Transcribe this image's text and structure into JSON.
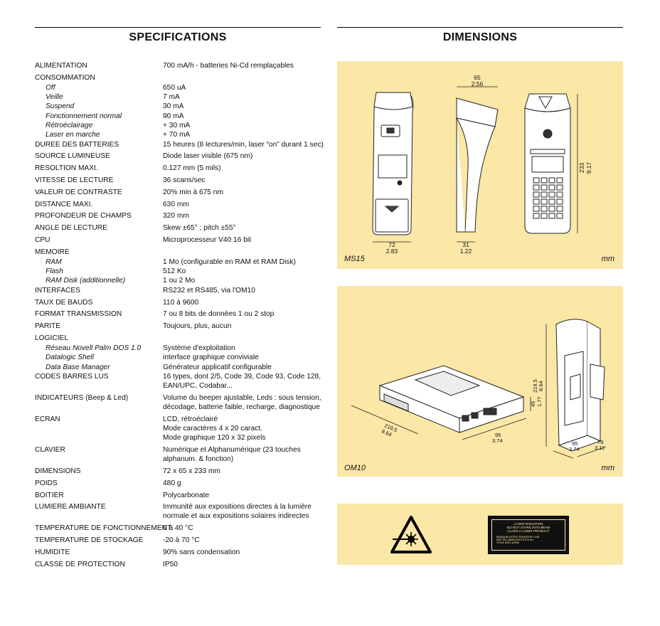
{
  "headings": {
    "specifications": "SPECIFICATIONS",
    "dimensions": "DIMENSIONS"
  },
  "specs": [
    {
      "label": "ALIMENTATION",
      "value": [
        "700 mA/h - batteries Ni-Cd remplaçables"
      ]
    },
    {
      "label": "CONSOMMATION",
      "value": []
    },
    {
      "label": "Off",
      "sub": true,
      "value": [
        "650 uA"
      ]
    },
    {
      "label": "Veille",
      "sub": true,
      "value": [
        "7 mA"
      ]
    },
    {
      "label": "Suspend",
      "sub": true,
      "value": [
        "30 mA"
      ]
    },
    {
      "label": "Fonctionnement normal",
      "sub": true,
      "value": [
        "90 mA"
      ]
    },
    {
      "label": "Rétroéclairage",
      "sub": true,
      "value": [
        "+ 30 mA"
      ]
    },
    {
      "label": "Laser en marche",
      "sub": true,
      "value": [
        "+ 70 mA"
      ]
    },
    {
      "label": "DUREE DES BATTERIES",
      "value": [
        "15 heures (8 lectures/min, laser “on” durant 1 sec)"
      ]
    },
    {
      "label": "SOURCE LUMINEUSE",
      "value": [
        "Diode laser visible (675 nm)"
      ]
    },
    {
      "label": "RESOLTION MAXI.",
      "value": [
        "0.127 mm (5 mils)"
      ]
    },
    {
      "label": "VITESSE DE LECTURE",
      "value": [
        "36 scans/sec"
      ]
    },
    {
      "label": "VALEUR DE CONTRASTE",
      "value": [
        "20% min à 675 nm"
      ]
    },
    {
      "label": "DISTANCE MAXI.",
      "value": [
        "630 mm"
      ]
    },
    {
      "label": "PROFONDEUR DE CHAMPS",
      "value": [
        "320 mm"
      ]
    },
    {
      "label": "ANGLE DE LECTURE",
      "value": [
        "Skew ±65° ; pitch ±55°"
      ]
    },
    {
      "label": "CPU",
      "value": [
        "Microprocesseur V40 16 bit"
      ]
    },
    {
      "label": "MEMOIRE",
      "value": []
    },
    {
      "label": "RAM",
      "sub": true,
      "value": [
        "1 Mo (configurable en RAM et RAM Disk)"
      ]
    },
    {
      "label": "Flash",
      "sub": true,
      "value": [
        "512 Ko"
      ]
    },
    {
      "label": "RAM Disk (additionnelle)",
      "sub": true,
      "value": [
        "1 ou 2 Mo"
      ]
    },
    {
      "label": "INTERFACES",
      "value": [
        "RS232 et RS485, via l'OM10"
      ]
    },
    {
      "label": "TAUX DE BAUDS",
      "value": [
        "110 à 9600"
      ]
    },
    {
      "label": "FORMAT TRANSMISSION",
      "value": [
        "7 ou 8 bits de données 1 ou 2 stop"
      ]
    },
    {
      "label": "PARITE",
      "value": [
        "Toujours, plus, aucun"
      ]
    },
    {
      "label": "LOGICIEL",
      "value": []
    },
    {
      "label": "Réseau Novell Palm DOS 1.0",
      "sub": true,
      "value": [
        "Système d'exploitation"
      ]
    },
    {
      "label": "Datalogic Shell",
      "sub": true,
      "value": [
        "interface graphique conviviale"
      ]
    },
    {
      "label": "Data Base Manager",
      "sub": true,
      "value": [
        "Générateur applicatif configurable"
      ]
    },
    {
      "label": "CODES BARRES LUS",
      "value": [
        "16 types, dont 2/5, Code 39, Code 93, Code 128,",
        "EAN/UPC, Codabar..."
      ]
    },
    {
      "label": "INDICATEURS (Beep & Led)",
      "value": [
        "Volume du beeper ajustable, Leds : sous tension,",
        "décodage, batterie faible, recharge, diagnostique"
      ]
    },
    {
      "label": "ECRAN",
      "value": [
        "LCD, rétroéclairé",
        "Mode caractères 4 x 20 caract.",
        "Mode graphique 120 x 32 pixels"
      ]
    },
    {
      "label": "CLAVIER",
      "value": [
        "Numérique et Alphanumérique (23 touches",
        "alphanum. & fonction)"
      ]
    },
    {
      "label": "DIMENSIONS",
      "value": [
        "72 x 65 x 233 mm"
      ]
    },
    {
      "label": "POIDS",
      "value": [
        "480 g"
      ]
    },
    {
      "label": "BOITIER",
      "value": [
        "Polycarbonate"
      ]
    },
    {
      "label": "LUMIERE AMBIANTE",
      "value": [
        "Immunité aux expositions directes à la lumière",
        "normale et aux expositions solaires indirectes"
      ]
    },
    {
      "label": "TEMPERATURE DE FONCTIONNEMENT",
      "value": [
        "0 à 40 °C"
      ]
    },
    {
      "label": "TEMPERATURE DE STOCKAGE",
      "value": [
        "-20 à 70 °C"
      ]
    },
    {
      "label": "HUMIDITE",
      "value": [
        "90% sans condensation"
      ]
    },
    {
      "label": "CLASSE DE PROTECTION",
      "value": [
        "IP50"
      ]
    }
  ],
  "ms15": {
    "caption": "MS15",
    "unit": "mm",
    "w_mm": "72",
    "w_in": "2.83",
    "d_mm": "31",
    "d_in": "1.22",
    "top_mm": "65",
    "top_in": "2.56",
    "h_mm": "233",
    "h_in": "9.17"
  },
  "om10": {
    "caption": "OM10",
    "unit": "mm",
    "len_mm": "219.5",
    "len_in": "8.64",
    "h_mm": "45",
    "h_in": "1.77",
    "w_mm": "95",
    "w_in": "3.74",
    "cradle_h_mm": "219.5",
    "cradle_h_in": "8.64",
    "cradle_w_mm": "95",
    "cradle_w_in": "3.74",
    "cradle_d_mm": "79",
    "cradle_d_in": "3.11"
  },
  "laser_label": {
    "lines": [
      "LASER RADIATION",
      "DO NOT STARE INTO BEAM",
      "CLASS 2 LASER PRODUCT"
    ],
    "fine": [
      "MAXIMUM OUTPUT RADIATION 1 mW",
      "EMITTED WAVELENGTH      670 nm",
      "TO IEC 825-1 (1993)"
    ]
  }
}
